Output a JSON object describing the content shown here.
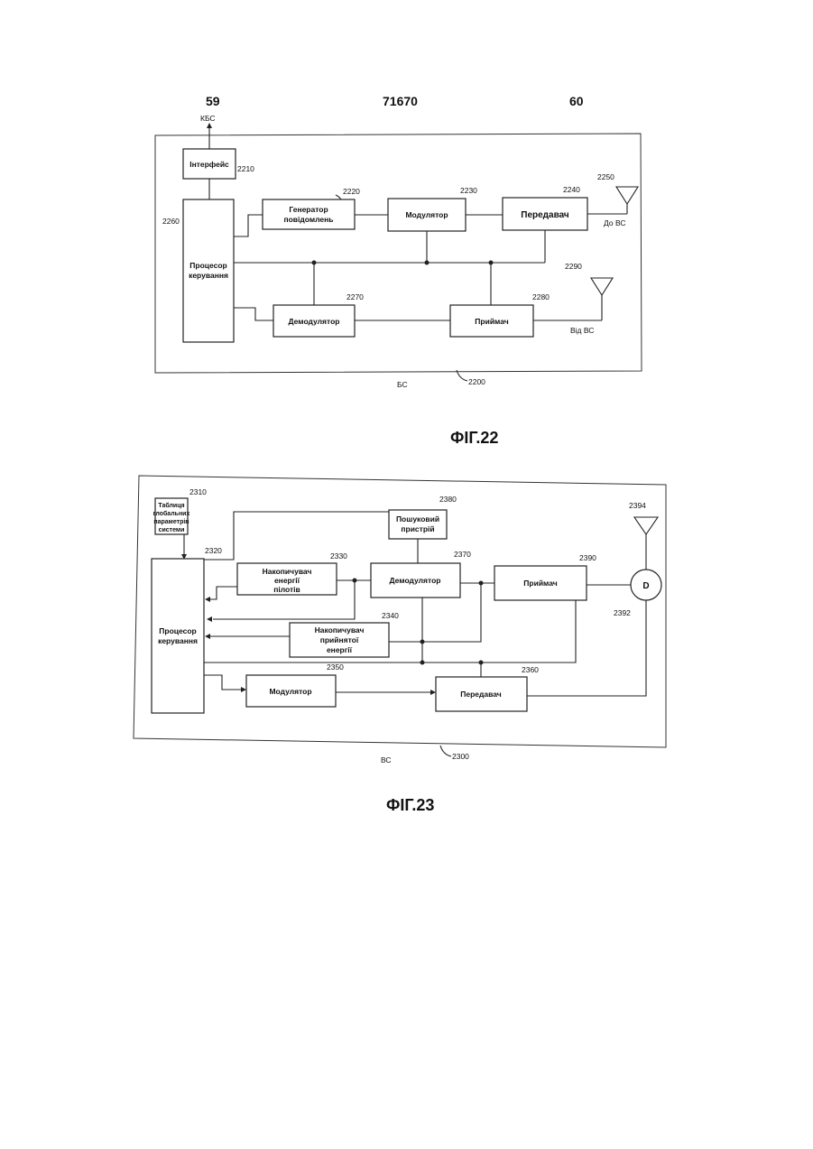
{
  "header": {
    "left_page": "59",
    "doc_number": "71670",
    "right_page": "60"
  },
  "fig22": {
    "caption": "ФІГ.22",
    "top_label": "КБС",
    "frame_label": "БС",
    "frame_ref": "2200",
    "blocks": {
      "interface": {
        "label": "Інтерфейс",
        "ref": "2210"
      },
      "control_processor": {
        "label_line1": "Процесор",
        "label_line2": "керування",
        "ref": "2260"
      },
      "message_generator": {
        "label_line1": "Генератор",
        "label_line2": "повідомлень",
        "ref": "2220"
      },
      "modulator": {
        "label": "Модулятор",
        "ref": "2230"
      },
      "transmitter": {
        "label": "Передавач",
        "ref": "2240"
      },
      "tx_antenna": {
        "ref": "2250",
        "label": "До ВС"
      },
      "demodulator": {
        "label": "Демодулятор",
        "ref": "2270"
      },
      "receiver": {
        "label": "Приймач",
        "ref": "2280"
      },
      "rx_antenna": {
        "ref": "2290",
        "label": "Від ВС"
      }
    }
  },
  "fig23": {
    "caption": "ФІГ.23",
    "frame_label": "ВС",
    "frame_ref": "2300",
    "blocks": {
      "global_table": {
        "label_line1": "Таблиця",
        "label_line2": "глобальних",
        "label_line3": "параметрів",
        "label_line4": "системи",
        "ref": "2310"
      },
      "control_processor": {
        "label_line1": "Процесор",
        "label_line2": "керування",
        "ref": "2320"
      },
      "pilot_energy_accumulator": {
        "label_line1": "Накопичувач",
        "label_line2": "енергії",
        "label_line3": "пілотів",
        "ref": "2330"
      },
      "received_energy_accumulator": {
        "label_line1": "Накопичувач",
        "label_line2": "прийнятої",
        "label_line3": "енергії",
        "ref": "2340"
      },
      "searcher": {
        "label_line1": "Пошуковий",
        "label_line2": "пристрій",
        "ref": "2380"
      },
      "demodulator": {
        "label": "Демодулятор",
        "ref": "2370"
      },
      "receiver": {
        "label": "Приймач",
        "ref": "2390"
      },
      "duplexer": {
        "label": "D",
        "ref": "2392"
      },
      "antenna": {
        "ref": "2394"
      },
      "modulator": {
        "label": "Модулятор",
        "ref": "2350"
      },
      "transmitter": {
        "label": "Передавач",
        "ref": "2360"
      }
    }
  }
}
